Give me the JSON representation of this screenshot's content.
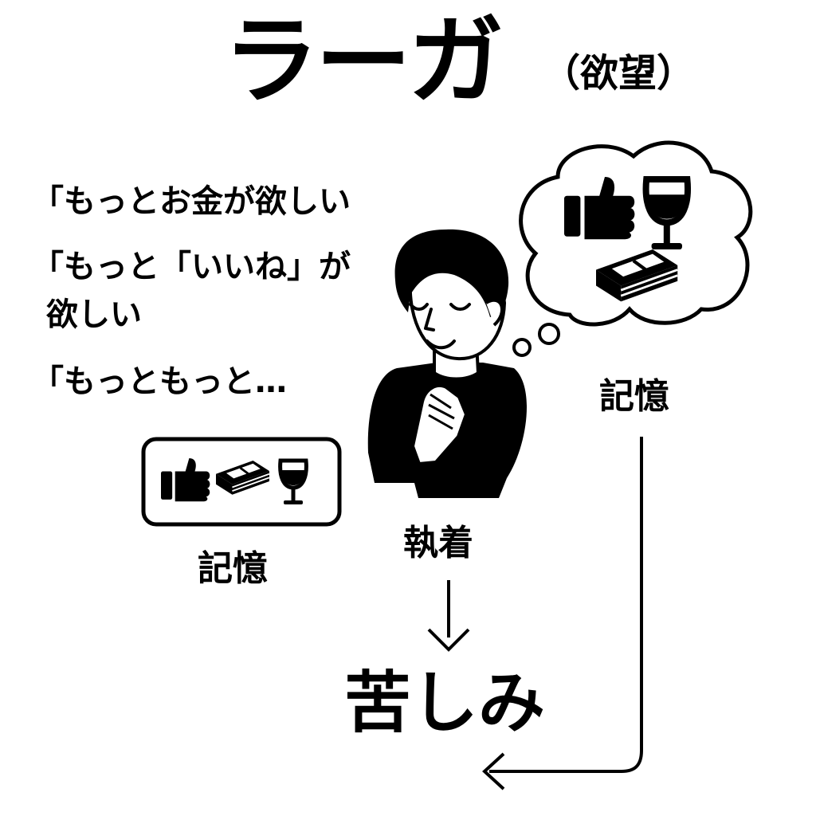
{
  "title": {
    "main": "ラーガ",
    "sub": "（欲望）"
  },
  "desires": [
    "「もっとお金が欲しい",
    "「もっと「いいね」が",
    "欲しい",
    "「もっともっと…"
  ],
  "labels": {
    "memory_box": "記憶",
    "memory_thought": "記憶",
    "attachment": "執着",
    "suffering": "苦しみ"
  },
  "icons": {
    "memory_box": [
      "thumbs-up-icon",
      "money-icon",
      "wine-glass-icon"
    ],
    "thought_bubble": [
      "thumbs-up-icon",
      "wine-glass-icon",
      "money-icon"
    ]
  },
  "colors": {
    "ink": "#000000",
    "paper": "#ffffff"
  }
}
